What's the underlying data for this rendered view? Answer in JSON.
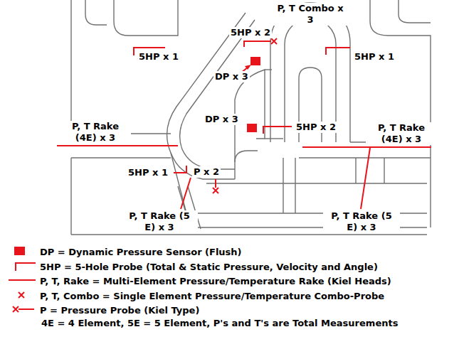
{
  "diagram": {
    "labels": [
      "5HP x 1",
      "5HP x 2",
      "P, T Combo x 3",
      "5HP x 1",
      "DP x 3",
      "DP x 3",
      "5HP x 2",
      "P, T Rake (4E) x 3",
      "P x 2",
      "5HP x 1",
      "P, T Rake (5 E) x 3",
      "P, T Rake (4E) x 3",
      "P, T Rake (5 E) x 3",
      "4E = 4 Element, 5E = 5 Element, P's and T's are Total Measurements"
    ],
    "legend": [
      {
        "text": "DP = Dynamic Pressure Sensor (Flush)",
        "color": "#e8141c"
      },
      {
        "text": "5HP = 5-Hole Probe (Total & Static Pressure, Velocity and Angle)"
      },
      {
        "text": "P, T, Rake = Multi-Element Pressure/Temperature Rake (Kiel Heads)"
      },
      {
        "text": "P, T, Combo = Single Element Pressure/Temperature Combo-Probe"
      },
      {
        "text": "P = Pressure Probe (Kiel Type)"
      }
    ]
  }
}
